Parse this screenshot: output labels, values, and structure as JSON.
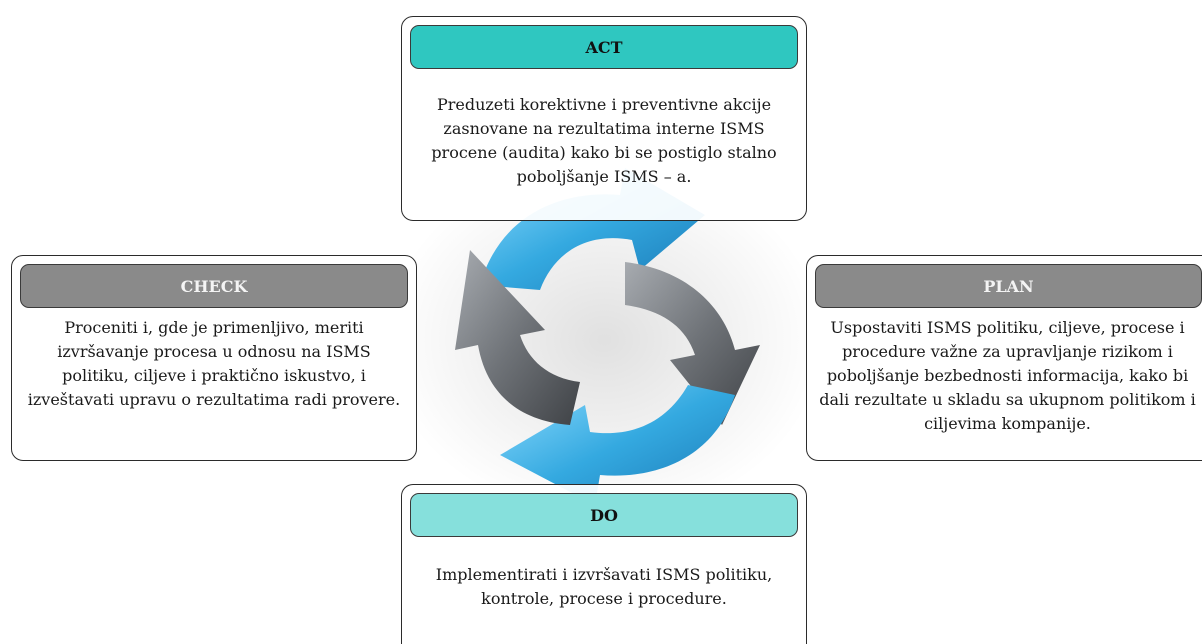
{
  "act": {
    "title": "ACT",
    "text": "Preduzeti korektivne i preventivne akcije zasnovane na rezultatima interne ISMS procene (audita) kako bi se postiglo stalno poboljšanje ISMS – a."
  },
  "check": {
    "title": "CHECK",
    "text": "Proceniti i, gde je primenljivo, meriti izvršavanje procesa u odnosu na ISMS politiku, ciljeve i praktično iskustvo, i izveštavati upravu o rezultatima radi provere."
  },
  "plan": {
    "title": "PLAN",
    "text": "Uspostaviti ISMS politiku, ciljeve, procese i procedure važne za upravljanje rizikom i poboljšanje bezbednosti informacija, kako bi dali rezultate u skladu sa ukupnom politikom i ciljevima kompanije."
  },
  "do": {
    "title": "DO",
    "text": "Implementirati i izvršavati ISMS politiku, kontrole, procese i procedure."
  },
  "colors": {
    "teal": "#2fc7c0",
    "light_teal": "#86e0dc",
    "gray": "#8a8a8a",
    "arrow_blue": "#3aaee0",
    "arrow_gray": "#6f7378"
  }
}
